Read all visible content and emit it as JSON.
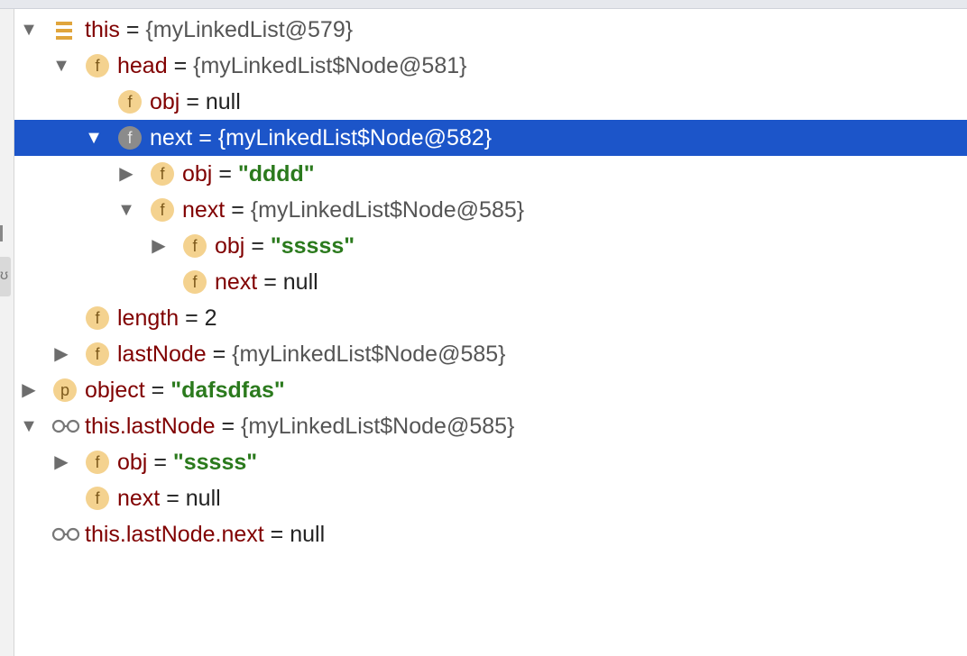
{
  "variables": [
    {
      "arrow": "▼",
      "icon": "fields-icon",
      "name": "this",
      "eq": " = ",
      "value": "{myLinkedList@579}",
      "kind": "ref"
    },
    {
      "arrow": "▼",
      "icon": "f",
      "name": "head",
      "eq": " = ",
      "value": "{myLinkedList$Node@581}",
      "kind": "ref"
    },
    {
      "arrow": "",
      "icon": "f",
      "name": "obj",
      "eq": " = ",
      "value": "null",
      "kind": "null"
    },
    {
      "arrow": "▼",
      "icon": "f",
      "name": "next",
      "eq": " = ",
      "value": "{myLinkedList$Node@582}",
      "kind": "ref",
      "selected": true
    },
    {
      "arrow": "▶",
      "icon": "f",
      "name": "obj",
      "eq": " = ",
      "value": "\"dddd\"",
      "kind": "str"
    },
    {
      "arrow": "▼",
      "icon": "f",
      "name": "next",
      "eq": " = ",
      "value": "{myLinkedList$Node@585}",
      "kind": "ref"
    },
    {
      "arrow": "▶",
      "icon": "f",
      "name": "obj",
      "eq": " = ",
      "value": "\"sssss\"",
      "kind": "str"
    },
    {
      "arrow": "",
      "icon": "f",
      "name": "next",
      "eq": " = ",
      "value": "null",
      "kind": "null"
    },
    {
      "arrow": "",
      "icon": "f",
      "name": "length",
      "eq": " = ",
      "value": "2",
      "kind": "null"
    },
    {
      "arrow": "▶",
      "icon": "f",
      "name": "lastNode",
      "eq": " = ",
      "value": "{myLinkedList$Node@585}",
      "kind": "ref"
    },
    {
      "arrow": "▶",
      "icon": "p",
      "name": "object",
      "eq": " = ",
      "value": "\"dafsdfas\"",
      "kind": "str"
    },
    {
      "arrow": "▼",
      "icon": "watch-icon",
      "name": "this.lastNode",
      "eq": " = ",
      "value": "{myLinkedList$Node@585}",
      "kind": "ref"
    },
    {
      "arrow": "▶",
      "icon": "f",
      "name": "obj",
      "eq": " = ",
      "value": "\"sssss\"",
      "kind": "str"
    },
    {
      "arrow": "",
      "icon": "f",
      "name": "next",
      "eq": " = ",
      "value": "null",
      "kind": "null"
    },
    {
      "arrow": "",
      "icon": "watch-icon",
      "name": "this.lastNode.next",
      "eq": " = ",
      "value": "null",
      "kind": "null"
    }
  ],
  "icon_letters": {
    "f": "f",
    "p": "p"
  },
  "colors": {
    "selection": "#1c55c9",
    "field_name": "#800000",
    "string_value": "#2b7a1d",
    "ref_value": "#555555",
    "icon_bg": "#f4d28f"
  }
}
